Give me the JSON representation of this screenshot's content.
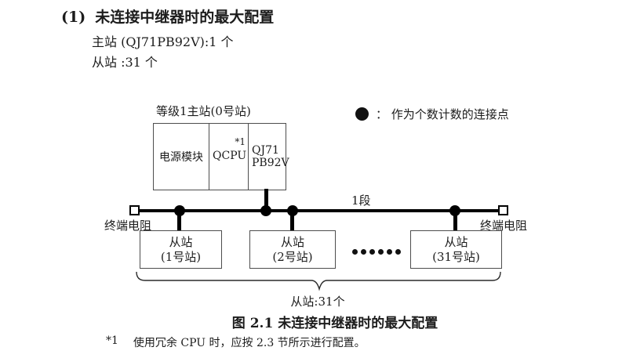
{
  "colors": {
    "text": "#1c1c1c",
    "line": "#000000",
    "box_border": "#4d4d4d",
    "background": "#ffffff"
  },
  "heading": {
    "marker": "(1)",
    "title": "未连接中继器时的最大配置",
    "line_master": "主站 (QJ71PB92V):1 个",
    "line_slave": "从站 :31 个"
  },
  "diagram": {
    "master": {
      "label": "等级1主站(0号站)",
      "cell_power": "电源模块",
      "cell_cpu": "QCPU",
      "cell_cpu_note": "*1",
      "cell_pb_line1": "QJ71",
      "cell_pb_line2": "PB92V"
    },
    "legend": {
      "text": "： 作为个数计数的连接点"
    },
    "segment_label": "1段",
    "terminator_left": "终端电阻",
    "terminator_right": "终端电阻",
    "slaves": [
      {
        "line1": "从站",
        "line2": "(1号站)"
      },
      {
        "line1": "从站",
        "line2": "(2号站)"
      },
      {
        "line1": "从站",
        "line2": "(31号站)"
      }
    ],
    "brace_label": "从站:31个"
  },
  "caption": "图 2.1 未连接中继器时的最大配置",
  "footnote": {
    "marker": "*1",
    "text": "使用冗余 CPU 时，应按 2.3 节所示进行配置。"
  }
}
